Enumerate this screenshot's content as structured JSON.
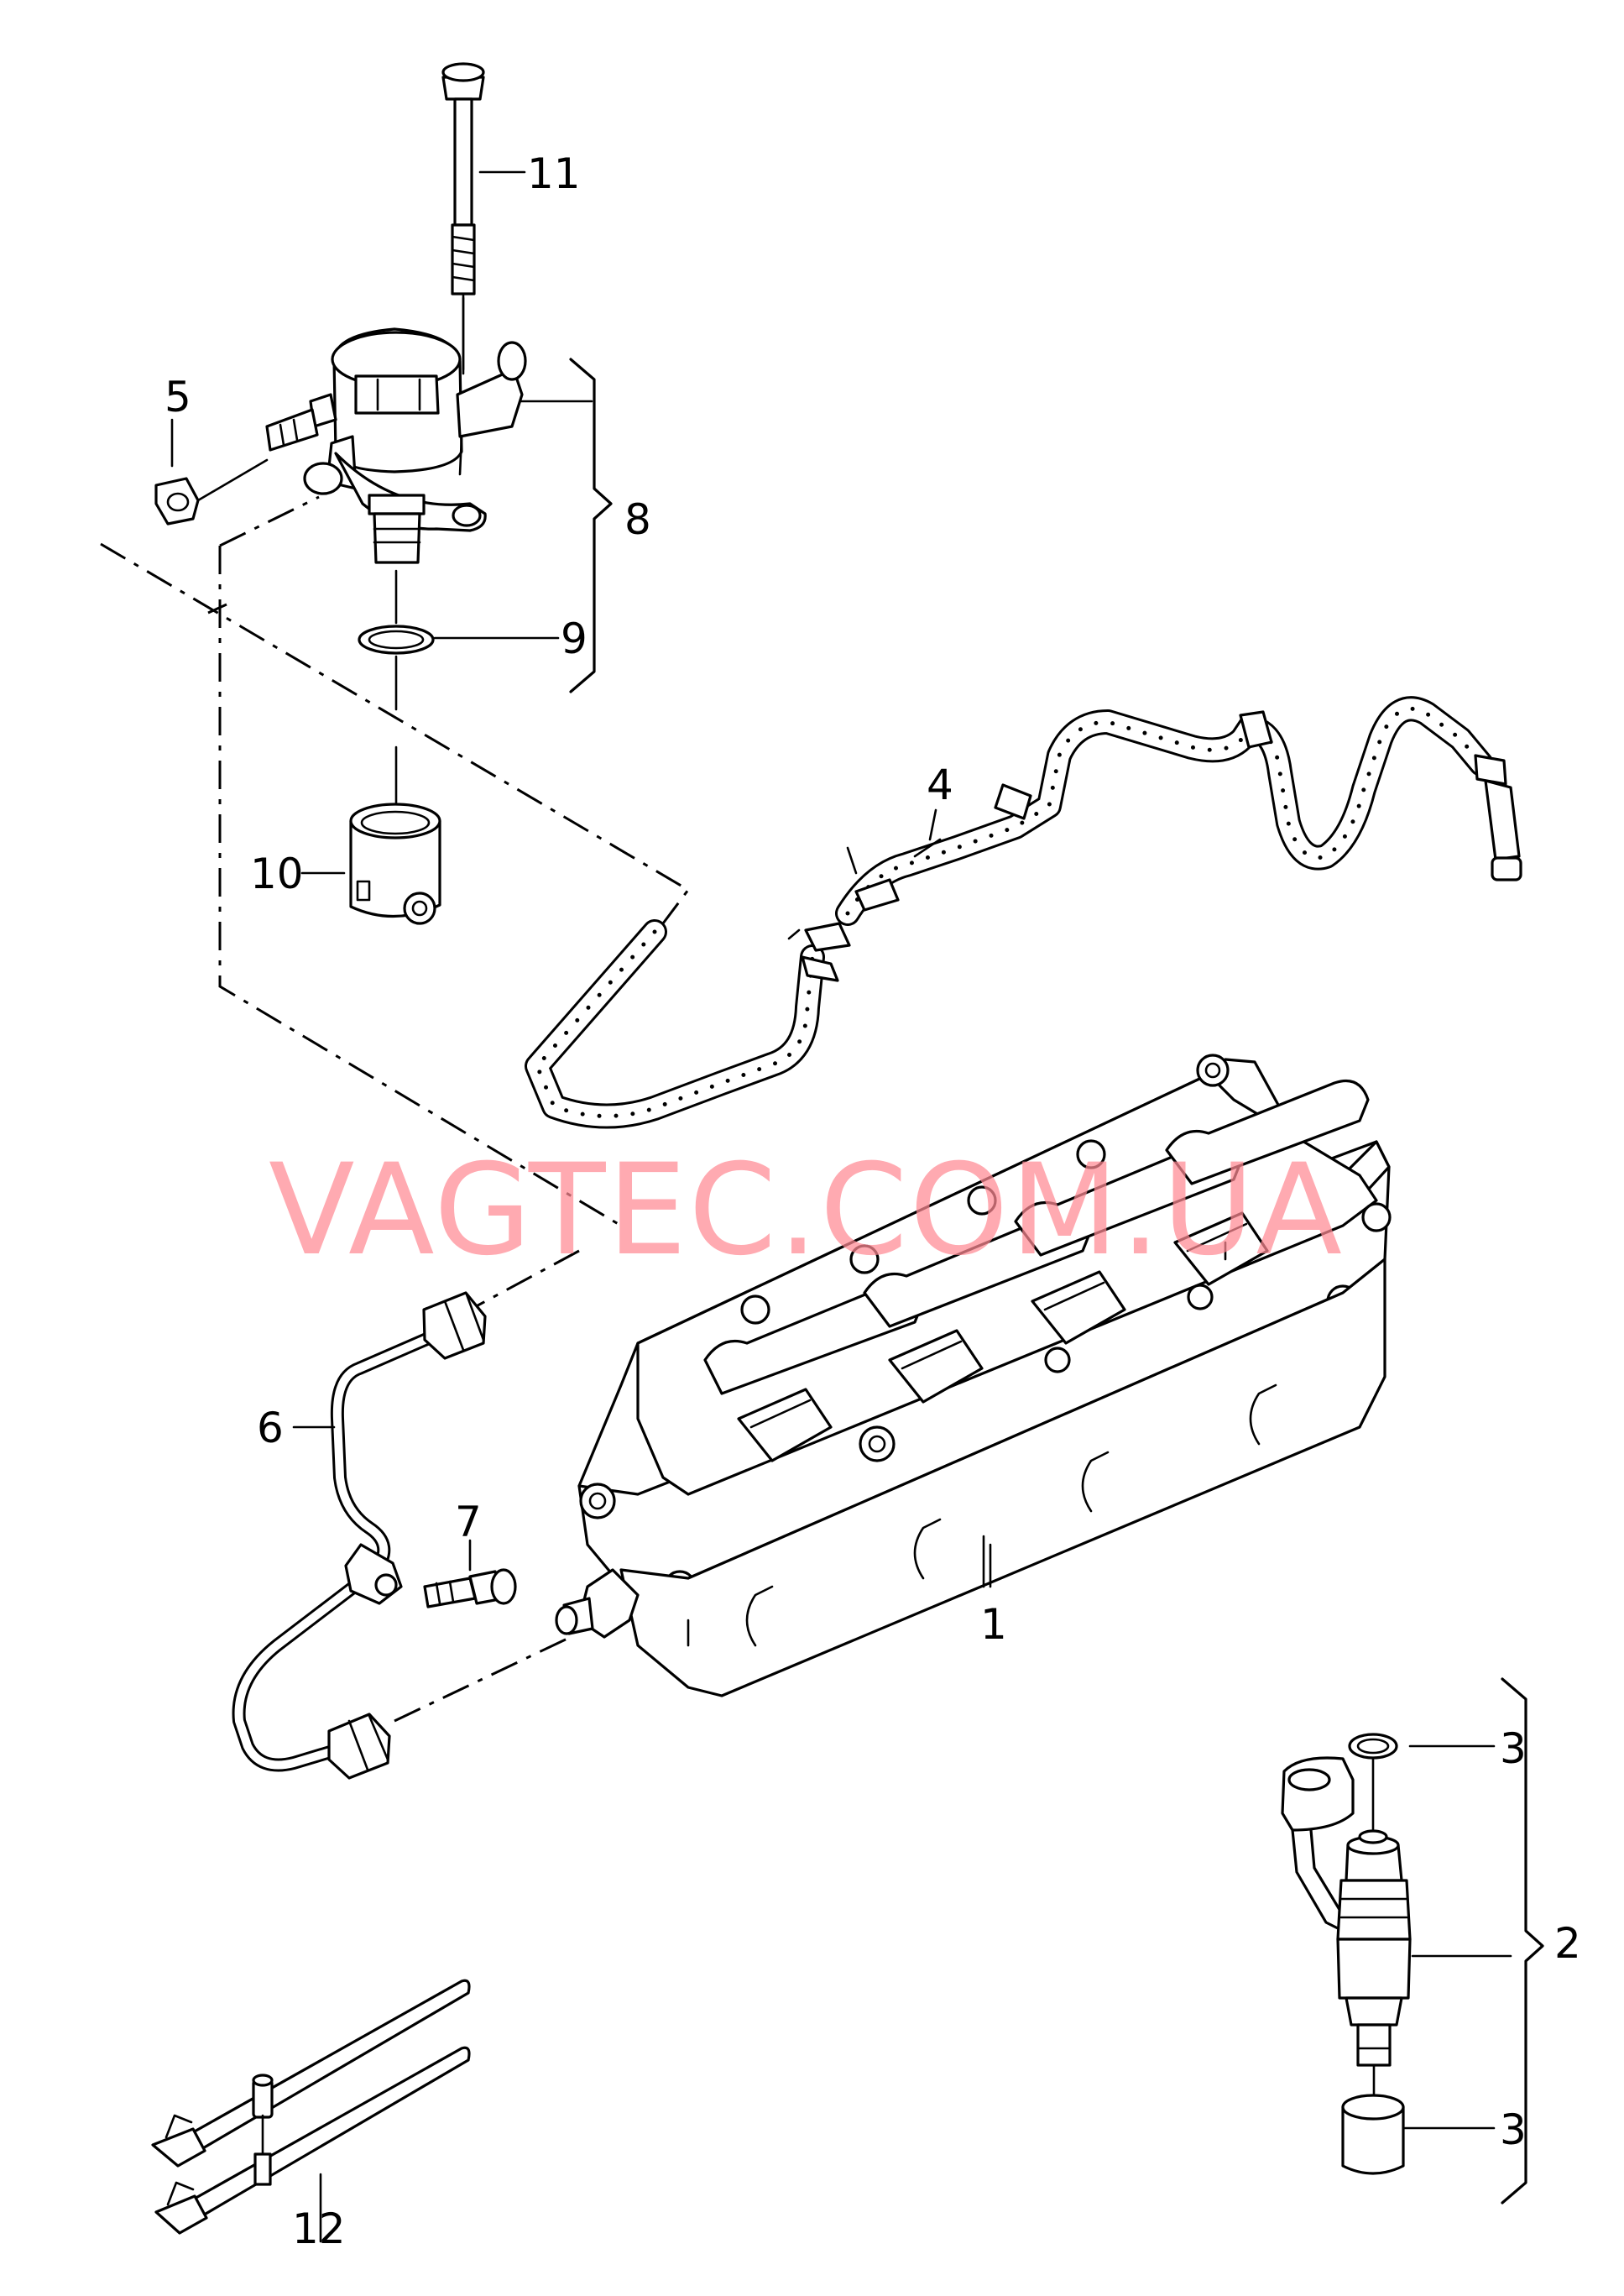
{
  "callouts": {
    "c1": "1",
    "c2": "2",
    "c3a": "3",
    "c3b": "3",
    "c4": "4",
    "c5": "5",
    "c6": "6",
    "c7": "7",
    "c8": "8",
    "c9": "9",
    "c10": "10",
    "c11": "11",
    "c12": "12"
  },
  "watermark": "VAGTEC.COM.UA"
}
